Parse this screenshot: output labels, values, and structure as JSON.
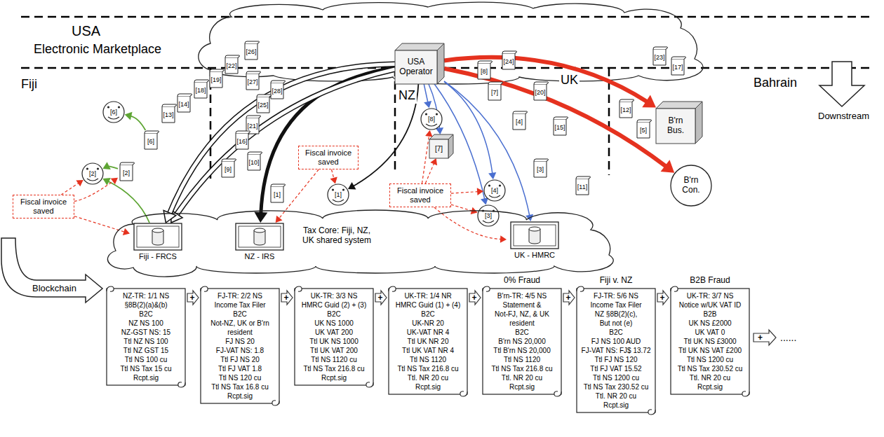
{
  "diagram": {
    "nodes": [
      {
        "text": [
          "USA Operator"
        ]
      },
      {
        "text": [
          "B'rn Bus."
        ]
      },
      {
        "text": [
          "B'rn Con."
        ]
      },
      {
        "text": [
          "[6]"
        ]
      },
      {
        "text": [
          "[2]"
        ]
      },
      {
        "text": [
          "[1]"
        ]
      },
      {
        "text": [
          "[8]"
        ]
      },
      {
        "text": [
          "[7]"
        ]
      },
      {
        "text": [
          "[4]"
        ]
      },
      {
        "text": [
          "[3]"
        ]
      },
      {
        "text": [
          "Fiscal invoice saved"
        ]
      },
      {
        "text": [
          "Fiscal invoice saved"
        ]
      },
      {
        "text": [
          "Fiscal invoice saved"
        ]
      },
      {
        "text": [
          "Tax Core: Fiji, NZ, UK shared system"
        ]
      },
      {
        "text": [
          "Fiji - FRCS"
        ],
        "in": 13
      },
      {
        "text": [
          "NZ - IRS"
        ],
        "in": 13
      },
      {
        "text": [
          "UK - HMRC"
        ],
        "in": 13
      },
      {
        "text": [
          "[26]"
        ]
      },
      {
        "text": [
          "[22]"
        ]
      },
      {
        "text": [
          "[19]"
        ]
      },
      {
        "text": [
          "[18]"
        ]
      },
      {
        "text": [
          "[14]"
        ]
      },
      {
        "text": [
          "[13]"
        ]
      },
      {
        "text": [
          "[6]"
        ]
      },
      {
        "text": [
          "[2]"
        ]
      },
      {
        "text": [
          "[27]"
        ]
      },
      {
        "text": [
          "[28]"
        ]
      },
      {
        "text": [
          "[25]"
        ]
      },
      {
        "text": [
          "[21]"
        ]
      },
      {
        "text": [
          "[16]"
        ]
      },
      {
        "text": [
          "[10]"
        ]
      },
      {
        "text": [
          "[9]"
        ]
      },
      {
        "text": [
          "[1]"
        ]
      },
      {
        "text": [
          "[8]"
        ]
      },
      {
        "text": [
          "[7]"
        ]
      },
      {
        "text": [
          "[24]"
        ]
      },
      {
        "text": [
          "[20]"
        ]
      },
      {
        "text": [
          "[4]"
        ]
      },
      {
        "text": [
          "[15]"
        ]
      },
      {
        "text": [
          "[3]"
        ]
      },
      {
        "text": [
          "[11]"
        ]
      },
      {
        "text": [
          "[23]"
        ]
      },
      {
        "text": [
          "[17]"
        ]
      },
      {
        "text": [
          "[12]"
        ]
      },
      {
        "text": [
          "[5]"
        ]
      },
      {
        "text": [
          "NZ-TR: 1/1 NS",
          "§8B(2)(a)&(b)",
          "B2C",
          "NZ NS 100",
          "NZ-GST NS: 15",
          "Ttl NZ NS 100",
          "Ttl NZ GST 15",
          "Ttl NS 100 cu",
          "Ttl NS Tax 15 cu",
          "Rcpt.sig"
        ]
      },
      {
        "text": [
          "FJ-TR: 2/2 NS",
          "Income Tax Filer",
          "B2C",
          "Not-NZ, UK or B'rn resident",
          "FJ NS 20",
          "FJ-VAT NS: 1.8",
          "Ttl FJ NS 20",
          "Ttl FJ VAT 1.8",
          "Ttl NS 120 cu",
          "Ttl NS Tax 16.8 cu",
          "Rcpt.sig"
        ]
      },
      {
        "text": [
          "UK-TR: 3/3 NS",
          "HMRC Guid (2) + (3)",
          "B2C",
          "UK NS 1000",
          "UK VAT 200",
          "Ttl UK NS 1000",
          "Ttl UK VAT 200",
          "Ttl NS 1120 cu",
          "Ttl NS Tax 216.8 cu",
          "Rcpt.sig"
        ]
      },
      {
        "text": [
          "UK-TR: 1/4 NR",
          "HMRC Guid (1) + (4)",
          "B2C",
          "UK-NR 20",
          "UK-VAT NR 4",
          "Ttl UK NR 20",
          "Ttl UK VAT NR 4",
          "Ttl NS 1120",
          "Ttl NS Tax 216.8 cu",
          "Ttl. NR 20 cu",
          "Rcpt.sig"
        ]
      },
      {
        "text": [
          "0% Fraud",
          "B'rn-TR: 4/5 NS",
          "Statement &",
          "Not-FJ, NZ, & UK resident",
          "B2C",
          "B'rn NS 20,000",
          "Ttl B'rn NS 20,000",
          "Ttl NS 1120",
          "Ttl NS Tax 216.8 cu",
          "Ttl. NR 20 cu",
          "Rcpt.sig"
        ]
      },
      {
        "text": [
          "Fiji v. NZ",
          "FJ-TR: 5/6 NS",
          "Income Tax Filer",
          "NZ §8B(2)(c),",
          "But not (e)",
          "B2C",
          "FJ NS 100 AUD",
          "FJ-VAT NS: FJ$ 13.72",
          "Ttl FJ NS 120",
          "Ttl FJ VAT 15.52",
          "Ttl NS 1200 cu",
          "Ttl NS Tax 230.52 cu",
          "Ttl. NR 20 cu",
          "Rcpt.sig"
        ]
      },
      {
        "text": [
          "B2B Fraud",
          "UK-TR: 3/7 NS",
          "Notice w/UK VAT ID",
          "B2B",
          "UK NS £2000",
          "UK VAT 0",
          "Ttl UK NS £3000",
          "Ttl UK NS VAT £200",
          "Ttl NS 1200 cu",
          "Ttl NS Tax 230.52 cu",
          "Ttl. NR 20 cu",
          "Rcpt.sig"
        ]
      }
    ],
    "edges": [
      {
        "from": 0,
        "to": 1,
        "arrow": "to"
      },
      {
        "from": 0,
        "to": 2,
        "arrow": "to"
      },
      {
        "from": 0,
        "to": 15,
        "arrow": "to"
      },
      {
        "from": 0,
        "to": 5,
        "arrow": "to"
      },
      {
        "from": 0,
        "to": 14,
        "arrow": "to"
      },
      {
        "from": 0,
        "to": 14,
        "arrow": "to"
      },
      {
        "from": 23,
        "to": 3,
        "arrow": "to"
      },
      {
        "from": 24,
        "to": 4,
        "arrow": "to"
      },
      {
        "from": 14,
        "to": 4,
        "arrow": "to"
      },
      {
        "from": 0,
        "to": 6,
        "arrow": "to"
      },
      {
        "from": 0,
        "to": 7,
        "arrow": "to"
      },
      {
        "from": 0,
        "to": 8,
        "arrow": "to"
      },
      {
        "from": 0,
        "to": 9,
        "arrow": "to"
      },
      {
        "from": 0,
        "to": 16,
        "arrow": "to"
      },
      {
        "from": 10,
        "to": 4,
        "arrow": "to"
      },
      {
        "from": 10,
        "to": 24,
        "arrow": "to"
      },
      {
        "from": 10,
        "to": 14,
        "arrow": "to"
      },
      {
        "from": 11,
        "to": 15,
        "arrow": "to"
      },
      {
        "from": 11,
        "to": 5,
        "arrow": "to"
      },
      {
        "from": 12,
        "to": 6,
        "arrow": "to"
      },
      {
        "from": 12,
        "to": 7,
        "arrow": "to"
      },
      {
        "from": 12,
        "to": 8,
        "arrow": "to"
      },
      {
        "from": 12,
        "to": 9,
        "arrow": "to"
      },
      {
        "from": 12,
        "to": 16,
        "arrow": "to"
      },
      {
        "from": 45,
        "to": 46,
        "label": "+",
        "arrow": "to"
      },
      {
        "from": 46,
        "to": 47,
        "label": "+",
        "arrow": "to"
      },
      {
        "from": 47,
        "to": 48,
        "label": "+",
        "arrow": "to"
      },
      {
        "from": 48,
        "to": 49,
        "label": "+",
        "arrow": "to"
      },
      {
        "from": 49,
        "to": 50,
        "label": "+",
        "arrow": "to"
      },
      {
        "from": 50,
        "to": 51,
        "label": "+",
        "arrow": "to"
      }
    ],
    "labels": [
      "USA",
      "Electronic Marketplace",
      "Fiji",
      "NZ",
      "UK",
      "Bahrain",
      "Downstream",
      "Blockchain",
      "+",
      "......"
    ]
  }
}
